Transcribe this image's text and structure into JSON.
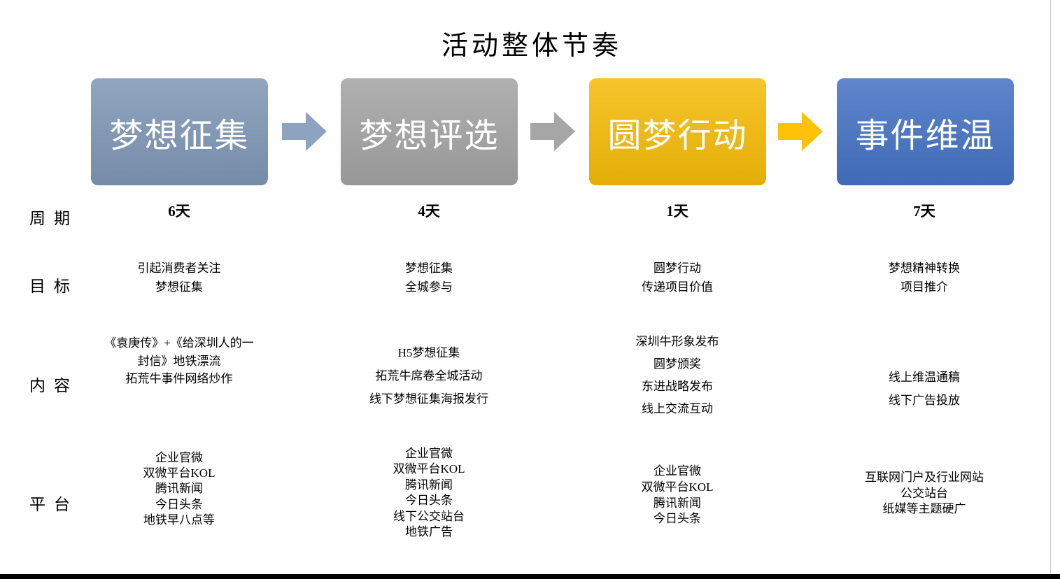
{
  "title": "活动整体节奏",
  "row_labels": {
    "period": "周期",
    "goal": "目标",
    "content": "内容",
    "platform": "平台"
  },
  "phases": [
    {
      "name": "梦想征集",
      "color": "#7F96B5",
      "period": "6天",
      "goals": [
        "引起消费者关注",
        "梦想征集"
      ],
      "contents": [
        "《袁庚传》+《给深圳人的一",
        "封信》地铁漂流",
        "拓荒牛事件网络炒作"
      ],
      "platforms": [
        "企业官微",
        "双微平台KOL",
        "腾讯新闻",
        "今日头条",
        "地铁早八点等"
      ]
    },
    {
      "name": "梦想评选",
      "color": "#A3A3A3",
      "period": "4天",
      "goals": [
        "梦想征集",
        "全城参与"
      ],
      "contents": [
        "H5梦想征集",
        "拓荒牛席卷全城活动",
        "线下梦想征集海报发行"
      ],
      "platforms": [
        "企业官微",
        "双微平台KOL",
        "腾讯新闻",
        "今日头条",
        "线下公交站台",
        "地铁广告"
      ]
    },
    {
      "name": "圆梦行动",
      "color": "#F5BB08",
      "period": "1天",
      "goals": [
        "圆梦行动",
        "传递项目价值"
      ],
      "contents": [
        "深圳牛形象发布",
        "圆梦颁奖",
        "东进战略发布",
        "线上交流互动"
      ],
      "platforms": [
        "企业官微",
        "双微平台KOL",
        "腾讯新闻",
        "今日头条"
      ]
    },
    {
      "name": "事件维温",
      "color": "#4472C4",
      "period": "7天",
      "goals": [
        "梦想精神转换",
        "项目推介"
      ],
      "contents": [
        "线上维温通稿",
        "线下广告投放"
      ],
      "platforms": [
        "互联网门户及行业网站",
        "公交站台",
        "纸媒等主题硬广"
      ]
    }
  ],
  "arrows": [
    {
      "color": "#8DA3C0"
    },
    {
      "color": "#A6A6A6"
    },
    {
      "color": "#FFC208"
    }
  ]
}
